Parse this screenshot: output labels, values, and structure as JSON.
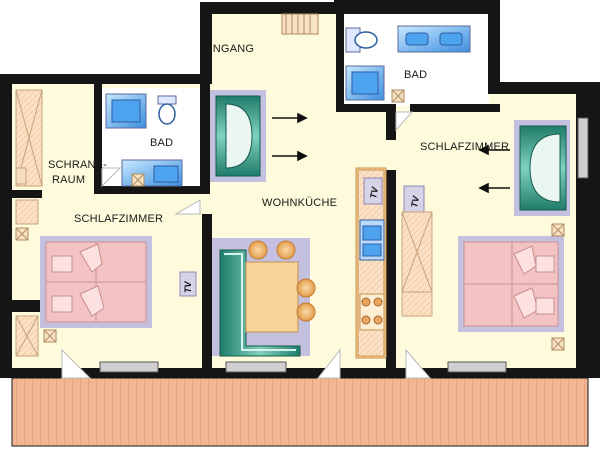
{
  "plan": {
    "rooms": {
      "entrance": "EINGANG",
      "bath_right": "BAD",
      "bath_left": "BAD",
      "closet_line1": "SCHRANK-",
      "closet_line2": "RAUM",
      "bedroom_left": "SCHLAFZIMMER",
      "bedroom_right": "SCHLAFZIMMER",
      "kitchen_living": "WOHNKÜCHE"
    },
    "tv": {
      "left": "TV",
      "center": "TV",
      "right": "TV"
    },
    "icons": [
      "bed-icon",
      "sofa-icon",
      "dining-table-icon",
      "kitchen-sink-icon",
      "stove-icon",
      "shower-icon",
      "toilet-icon",
      "washbasin-icon",
      "bathtub-icon",
      "wardrobe-icon",
      "arrow-icon"
    ],
    "colors": {
      "floor": "#fdfbdc",
      "wall": "#151515",
      "tile": "#f7e3c4",
      "bath": "#ffffff",
      "balcony": "#f0b896",
      "sofa": "#2f9e87",
      "bed": "#f3c3c3",
      "table": "#f7d49a"
    }
  }
}
